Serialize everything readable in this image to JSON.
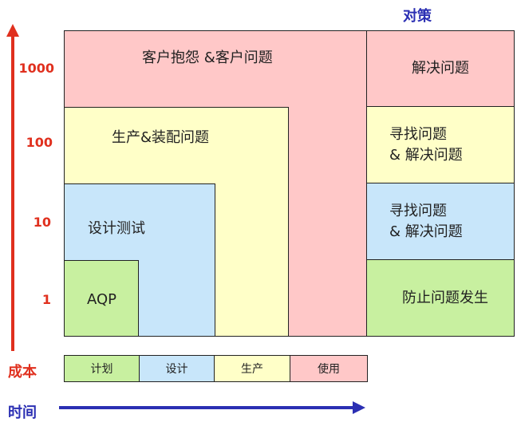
{
  "header": {
    "countermeasures_title": "对策"
  },
  "axes": {
    "cost_label": "成本",
    "time_label": "时间",
    "cost_ticks": [
      "1000",
      "100",
      "10",
      "1"
    ],
    "colors": {
      "cost_axis": "#e0301e",
      "time_axis": "#2b2fb3"
    }
  },
  "stages": {
    "customer": "客户抱怨 &客户问题",
    "production": "生产&装配问题",
    "design_test": "设计测试",
    "aqp": "AQP"
  },
  "phases": [
    "计划",
    "设计",
    "生产",
    "使用"
  ],
  "countermeasures": [
    {
      "line1": "解决问题",
      "line2": ""
    },
    {
      "line1": "寻找问题",
      "line2": "& 解决问题"
    },
    {
      "line1": "寻找问题",
      "line2": "& 解决问题"
    },
    {
      "line1": "防止问题发生",
      "line2": ""
    }
  ],
  "colors": {
    "pink": "#ffc8c8",
    "yellow": "#ffffc8",
    "blue": "#c8e6fa",
    "green": "#c8f0a0"
  }
}
